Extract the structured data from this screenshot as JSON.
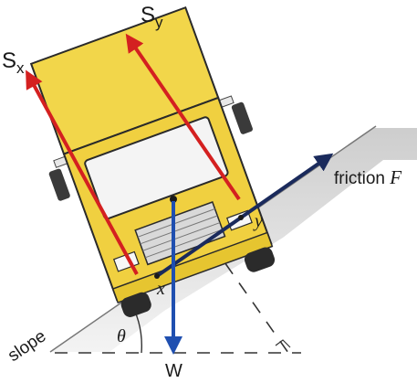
{
  "labels": {
    "sx_main": "S",
    "sx_sub": "x",
    "sy_main": "S",
    "sy_sub": "y",
    "friction_text": "friction ",
    "friction_symbol": "F",
    "point_x": "x",
    "point_y": "y",
    "slope": "slope",
    "theta": "θ",
    "weight": "W"
  },
  "colors": {
    "truck_body": "#f2d64a",
    "truck_outline": "#2a2a2a",
    "reaction_force": "#d42020",
    "friction_force": "#1a2a5c",
    "weight_force": "#1f4fb0",
    "slope_shade": "#cfcfcf"
  }
}
